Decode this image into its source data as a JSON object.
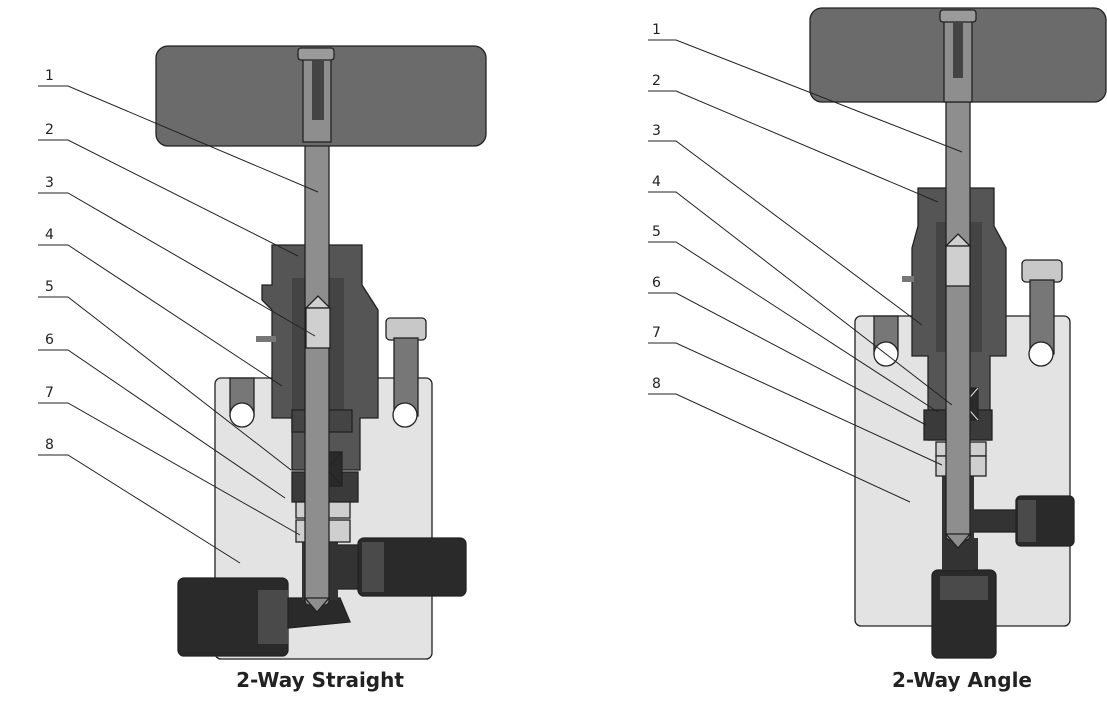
{
  "diagrams": [
    {
      "caption": "2-Way Straight",
      "labels": [
        "1",
        "2",
        "3",
        "4",
        "5",
        "6",
        "7",
        "8"
      ]
    },
    {
      "caption": "2-Way Angle",
      "labels": [
        "1",
        "2",
        "3",
        "4",
        "5",
        "6",
        "7",
        "8"
      ]
    }
  ],
  "colors": {
    "handle": "#6b6b6b",
    "body": "#e3e3e3",
    "bonnet": "#555555",
    "stem": "#8e8e8e",
    "fitting": "#2a2a2a",
    "text": "#222222"
  }
}
